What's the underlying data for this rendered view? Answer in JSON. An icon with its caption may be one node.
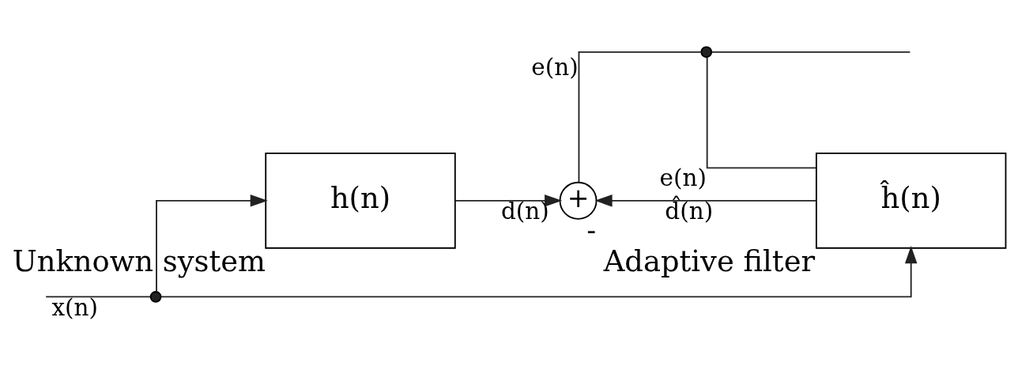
{
  "diagram": {
    "nodes": [
      {
        "text": [],
        "shape": "circle"
      },
      {
        "text": [
          "h(n)"
        ],
        "beside": [
          "Unknown system"
        ]
      },
      {
        "text": [
          "ĥ(n)"
        ],
        "beside": [
          "Adaptive filter"
        ]
      },
      {
        "text": [
          "+"
        ],
        "beside": [
          "-"
        ]
      },
      {
        "text": [],
        "shape": "circle"
      }
    ],
    "edges": [
      {
        "from": null,
        "to": 0,
        "arrow": "none",
        "label": "x(n)"
      },
      {
        "from": 0,
        "to": 1,
        "arrow": "to"
      },
      {
        "from": 0,
        "to": 2,
        "arrow": "to"
      },
      {
        "from": 1,
        "to": 3,
        "arrow": "to",
        "label": "d(n)"
      },
      {
        "from": 2,
        "to": 3,
        "arrow": "to",
        "label": "d̂(n)"
      },
      {
        "from": 3,
        "to": 4,
        "arrow": "none",
        "label": "e(n)"
      },
      {
        "from": 4,
        "to": null,
        "arrow": "none"
      },
      {
        "from": 4,
        "to": 2,
        "arrow": "none",
        "label": "e(n)"
      }
    ]
  }
}
